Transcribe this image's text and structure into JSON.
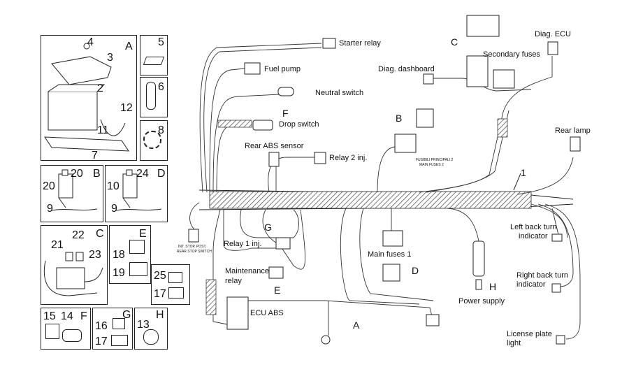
{
  "callouts": {
    "starter_relay": "Starter relay",
    "fuel_pump": "Fuel pump",
    "neutral_switch": "Neutral switch",
    "drop_switch": "Drop switch",
    "rear_abs_sensor": "Rear ABS sensor",
    "relay2_inj": "Relay 2 inj.",
    "relay1_inj": "Relay 1 inj.",
    "maintenance_relay_1": "Maintenance",
    "maintenance_relay_2": "relay",
    "ecu_abs": "ECU ABS",
    "main_fuses_1": "Main fuses 1",
    "power_supply": "Power supply",
    "diag_dashboard": "Diag. dashboard",
    "secondary_fuses": "Secondary fuses",
    "diag_ecu": "Diag. ECU",
    "rear_lamp": "Rear lamp",
    "left_turn_1": "Left back turn",
    "left_turn_2": "indicator",
    "right_turn_1": "Right back turn",
    "right_turn_2": "indicator",
    "license_1": "License plate",
    "license_2": "light",
    "fusibili_1": "FUSIBILI PRINCIPALI 2",
    "fusibili_2": "MAIN FUSES 2",
    "int_stop_1": "INT. STOP. POST.",
    "int_stop_2": "REAR STOP SWITCH"
  },
  "zone_letters": {
    "a_main": "A",
    "b_main": "B",
    "c_main": "C",
    "d_main": "D",
    "e_main": "E",
    "f_main": "F",
    "g_main": "G",
    "h_main": "H",
    "harness_number": "1"
  },
  "detail_panels": {
    "battery": {
      "letter": "A",
      "parts": [
        "4",
        "3",
        "2",
        "12",
        "11",
        "7"
      ]
    },
    "p5": "5",
    "p6": "6",
    "p8": "8",
    "b_panel": {
      "letter": "B",
      "parts": [
        "20",
        "20",
        "9"
      ]
    },
    "d_panel": {
      "letter": "D",
      "parts": [
        "24",
        "10",
        "9"
      ]
    },
    "c_panel": {
      "letter": "C",
      "parts": [
        "22",
        "21",
        "23"
      ]
    },
    "e_panel": {
      "letter": "E",
      "parts": [
        "18",
        "19"
      ]
    },
    "p25_17": {
      "parts": [
        "25",
        "17"
      ]
    },
    "f_panel": {
      "letter": "F",
      "parts": [
        "15",
        "14"
      ]
    },
    "g_panel": {
      "letter": "G",
      "parts": [
        "16",
        "17"
      ]
    },
    "h_panel": {
      "letter": "H",
      "parts": [
        "13"
      ]
    }
  }
}
